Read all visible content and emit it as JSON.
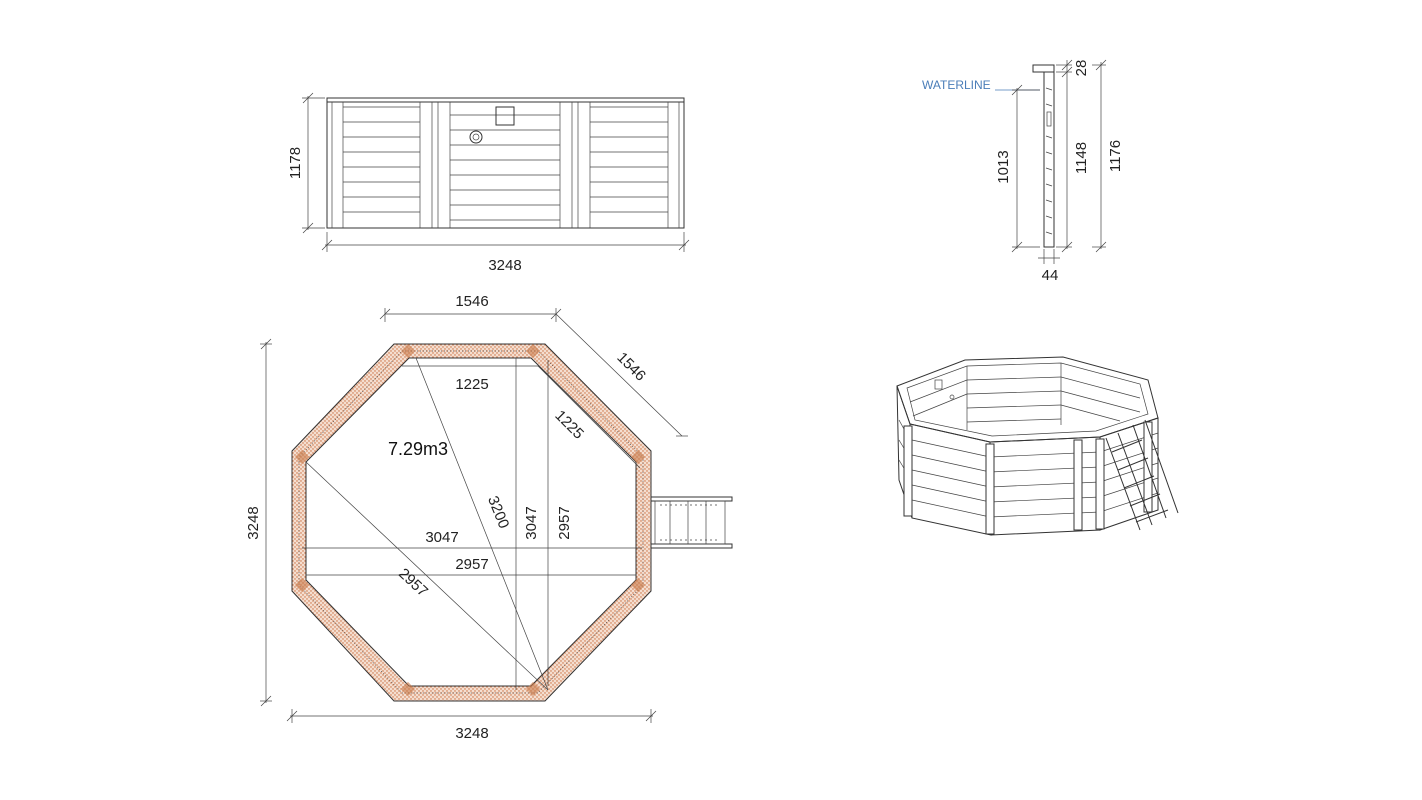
{
  "front_view": {
    "width_label": "3248",
    "height_label": "1178"
  },
  "section_view": {
    "waterline_label": "WATERLINE",
    "water_depth_label": "1013",
    "top_label": "28",
    "wall_height_label": "1148",
    "total_height_label": "1176",
    "thickness_label": "44"
  },
  "plan_view": {
    "volume_label": "7.29m3",
    "outer_side_top_label": "1546",
    "outer_side_diag_label": "1546",
    "inner_side_top_label": "1225",
    "inner_side_diag_label": "1225",
    "diagonal_label": "3200",
    "inner_width_label": "3047",
    "inner_height_label": "3047",
    "inner_flat_h_label": "2957",
    "inner_flat_v_label": "2957",
    "inner_flat_diag_label": "2957",
    "outer_height_label": "3248",
    "outer_width_label": "3248"
  },
  "colors": {
    "line": "#333333",
    "waterline": "#4a7db8",
    "wall_fill": "#c87a4a"
  }
}
